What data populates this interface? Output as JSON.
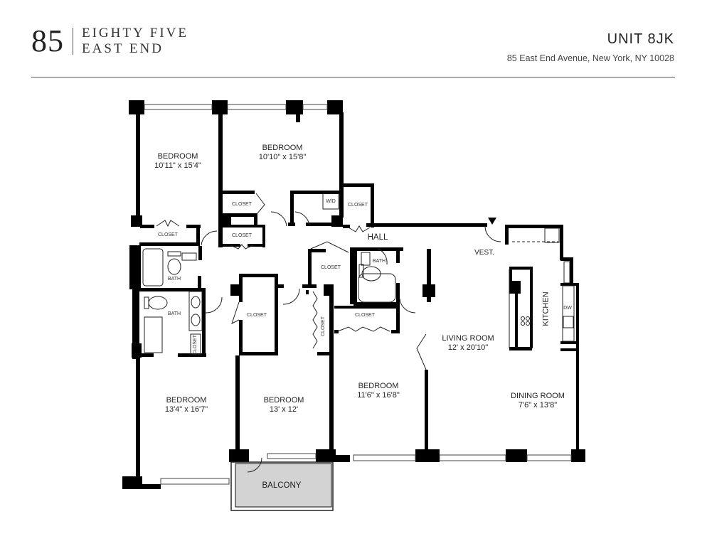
{
  "header": {
    "logo_number": "85",
    "logo_line1": "EIGHTY FIVE",
    "logo_line2": "EAST END",
    "unit_title": "UNIT 8JK",
    "address": "85 East End Avenue, New York, NY 10028"
  },
  "rooms": {
    "bedroom_nw": {
      "name": "BEDROOM",
      "size": "10'11\" x 15'4\""
    },
    "bedroom_n": {
      "name": "BEDROOM",
      "size": "10'10\" x 15'8\""
    },
    "bedroom_sw": {
      "name": "BEDROOM",
      "size": "13'4\" x 16'7\""
    },
    "bedroom_s": {
      "name": "BEDROOM",
      "size": "13' x 12'"
    },
    "bedroom_se": {
      "name": "BEDROOM",
      "size": "11'6\" x 16'8\""
    },
    "living": {
      "name": "LIVING ROOM",
      "size": "12' x 20'10\""
    },
    "dining": {
      "name": "DINING ROOM",
      "size": "7'6\" x 13'8\""
    },
    "kitchen": "KITCHEN",
    "hall": "HALL",
    "vest": "VEST.",
    "balcony": "BALCONY"
  },
  "small_labels": {
    "closet": "CLOSET",
    "bath": "BATH",
    "wd": "W/D",
    "dw": "DW"
  },
  "colors": {
    "wall": "#000000",
    "balcony_fill": "#d3d3d3"
  }
}
